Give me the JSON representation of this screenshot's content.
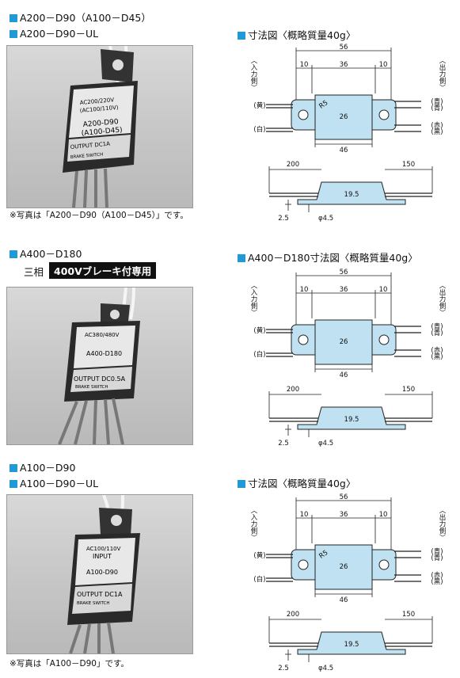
{
  "sections": [
    {
      "headings": [
        "A200－D90（A100－D45）",
        "A200－D90－UL"
      ],
      "photo_labels": [
        "AC200/220V",
        "(AC100/110V)",
        "A200-D90",
        "(A100-D45)",
        "OUTPUT  DC1A",
        "BRAKE    SWITCH"
      ],
      "caption": "※写真は「A200－D90（A100－D45）」です。",
      "drawing_title": "寸法図〈概略質量40g〉",
      "drawing": {
        "input_side": "〈入力側〉",
        "output_side": "〈出力側〉",
        "left_wires": [
          "(黄)",
          "(白)"
        ],
        "right_wires": [
          "(青)",
          "(青)",
          "(赤)",
          "(黒)"
        ],
        "dims": {
          "overall": "56",
          "left": "10",
          "center": "36",
          "right": "10",
          "height": "26",
          "base": "46",
          "lead_left": "200",
          "lead_right": "150",
          "thickness": "19.5",
          "tab": "2.5",
          "hole": "φ4.5",
          "radius": "R5"
        },
        "show_radius": true
      }
    },
    {
      "headings": [
        "A400－D180"
      ],
      "sub_label": "三相",
      "badge": "400Vブレーキ付専用",
      "photo_labels": [
        "AC380/480V",
        "A400-D180",
        "OUTPUT  DC0.5A",
        "BRAKE    SWITCH"
      ],
      "caption": "",
      "drawing_title": "A400－D180寸法図〈概略質量40g〉",
      "drawing": {
        "input_side": "〈入力側〉",
        "output_side": "〈出力側〉",
        "left_wires": [
          "(黄)",
          "(白)"
        ],
        "right_wires": [
          "(青)",
          "(青)",
          "(赤)",
          "(黒)"
        ],
        "dims": {
          "overall": "56",
          "left": "10",
          "center": "36",
          "right": "10",
          "height": "26",
          "base": "46",
          "lead_left": "200",
          "lead_right": "150",
          "thickness": "19.5",
          "tab": "2.5",
          "hole": "φ4.5",
          "radius": ""
        },
        "show_radius": false
      }
    },
    {
      "headings": [
        "A100－D90",
        "A100－D90－UL"
      ],
      "photo_labels": [
        "AC100/110V",
        "INPUT",
        "A100-D90",
        "OUTPUT  DC1A",
        "BRAKE    SWITCH"
      ],
      "caption": "※写真は「A100－D90」です。",
      "drawing_title": "寸法図〈概略質量40g〉",
      "drawing": {
        "input_side": "〈入力側〉",
        "output_side": "〈出力側〉",
        "left_wires": [
          "(黄)",
          "(白)"
        ],
        "right_wires": [
          "(青)",
          "(青)",
          "(赤)",
          "(黒)"
        ],
        "dims": {
          "overall": "56",
          "left": "10",
          "center": "36",
          "right": "10",
          "height": "26",
          "base": "46",
          "lead_left": "200",
          "lead_right": "150",
          "thickness": "19.5",
          "tab": "2.5",
          "hole": "φ4.5",
          "radius": "R5"
        },
        "show_radius": true
      }
    }
  ],
  "colors": {
    "accent": "#1f9ad6",
    "body_fill": "#bfe1f1",
    "badge_bg": "#111111"
  }
}
